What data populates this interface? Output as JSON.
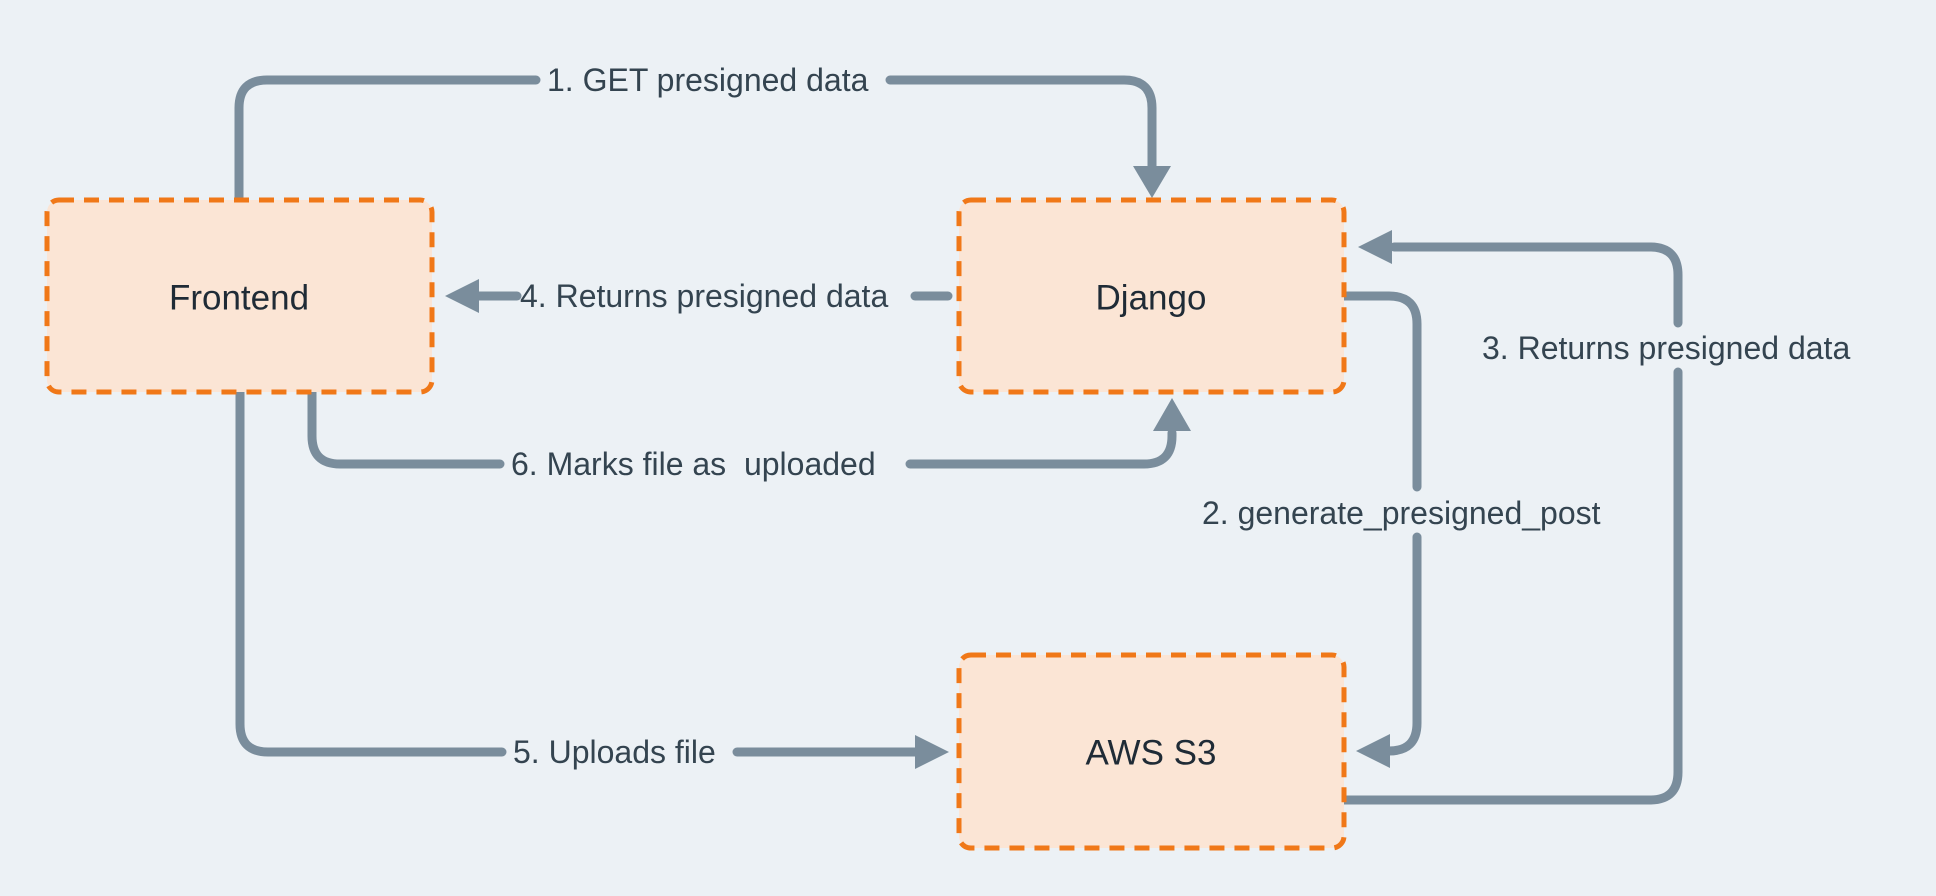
{
  "diagram": {
    "description": "Presigned upload flow between Frontend, Django and AWS S3",
    "palette": {
      "background": "#ecf1f5",
      "node_fill": "#fbe5d5",
      "node_border": "#f07818",
      "connector": "#7a8d9c",
      "edge_label_text": "#344450",
      "node_label_text": "#1f2b36"
    },
    "nodes": {
      "frontend": {
        "label": "Frontend"
      },
      "django": {
        "label": "Django"
      },
      "aws_s3": {
        "label": "AWS S3"
      }
    },
    "edges": {
      "get_presigned": {
        "label": "1. GET presigned data",
        "from": "Frontend",
        "to": "Django"
      },
      "generate_presigned_post": {
        "label": "2. generate_presigned_post",
        "from": "Django",
        "to": "AWS S3"
      },
      "returns_presigned_to_django": {
        "label": "3. Returns presigned data",
        "from": "AWS S3",
        "to": "Django"
      },
      "returns_presigned_to_frontend": {
        "label": "4. Returns presigned data",
        "from": "Django",
        "to": "Frontend"
      },
      "uploads_file": {
        "label": "5. Uploads file",
        "from": "Frontend",
        "to": "AWS S3"
      },
      "marks_uploaded": {
        "label": "6. Marks file as  uploaded",
        "from": "Frontend",
        "to": "Django"
      }
    }
  }
}
